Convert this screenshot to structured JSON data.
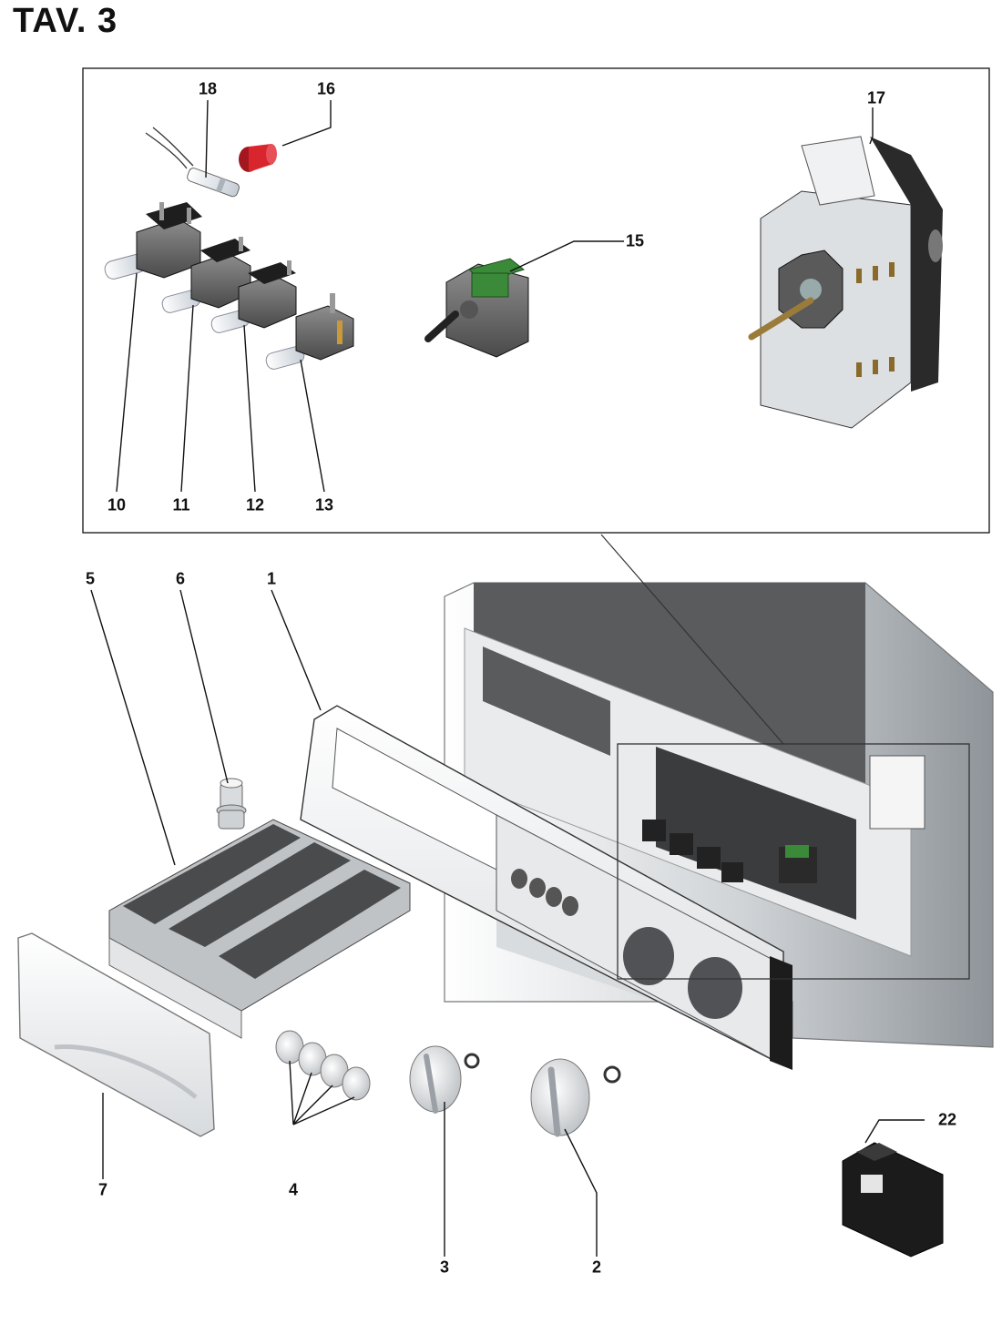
{
  "page": {
    "title": "TAV. 3"
  },
  "callouts": {
    "c1": "1",
    "c2": "2",
    "c3": "3",
    "c4": "4",
    "c5": "5",
    "c6": "6",
    "c7": "7",
    "c10": "10",
    "c11": "11",
    "c12": "12",
    "c13": "13",
    "c15": "15",
    "c16": "16",
    "c17": "17",
    "c18": "18",
    "c22": "22"
  },
  "colors": {
    "line": "#111111",
    "part_dark": "#2a2a2a",
    "part_light": "#e6e8ea",
    "panel_white": "#f1f2f3",
    "accent_red": "#d9262e",
    "accent_green": "#3a8a3a",
    "shaft_brass": "#9a7b3a"
  }
}
